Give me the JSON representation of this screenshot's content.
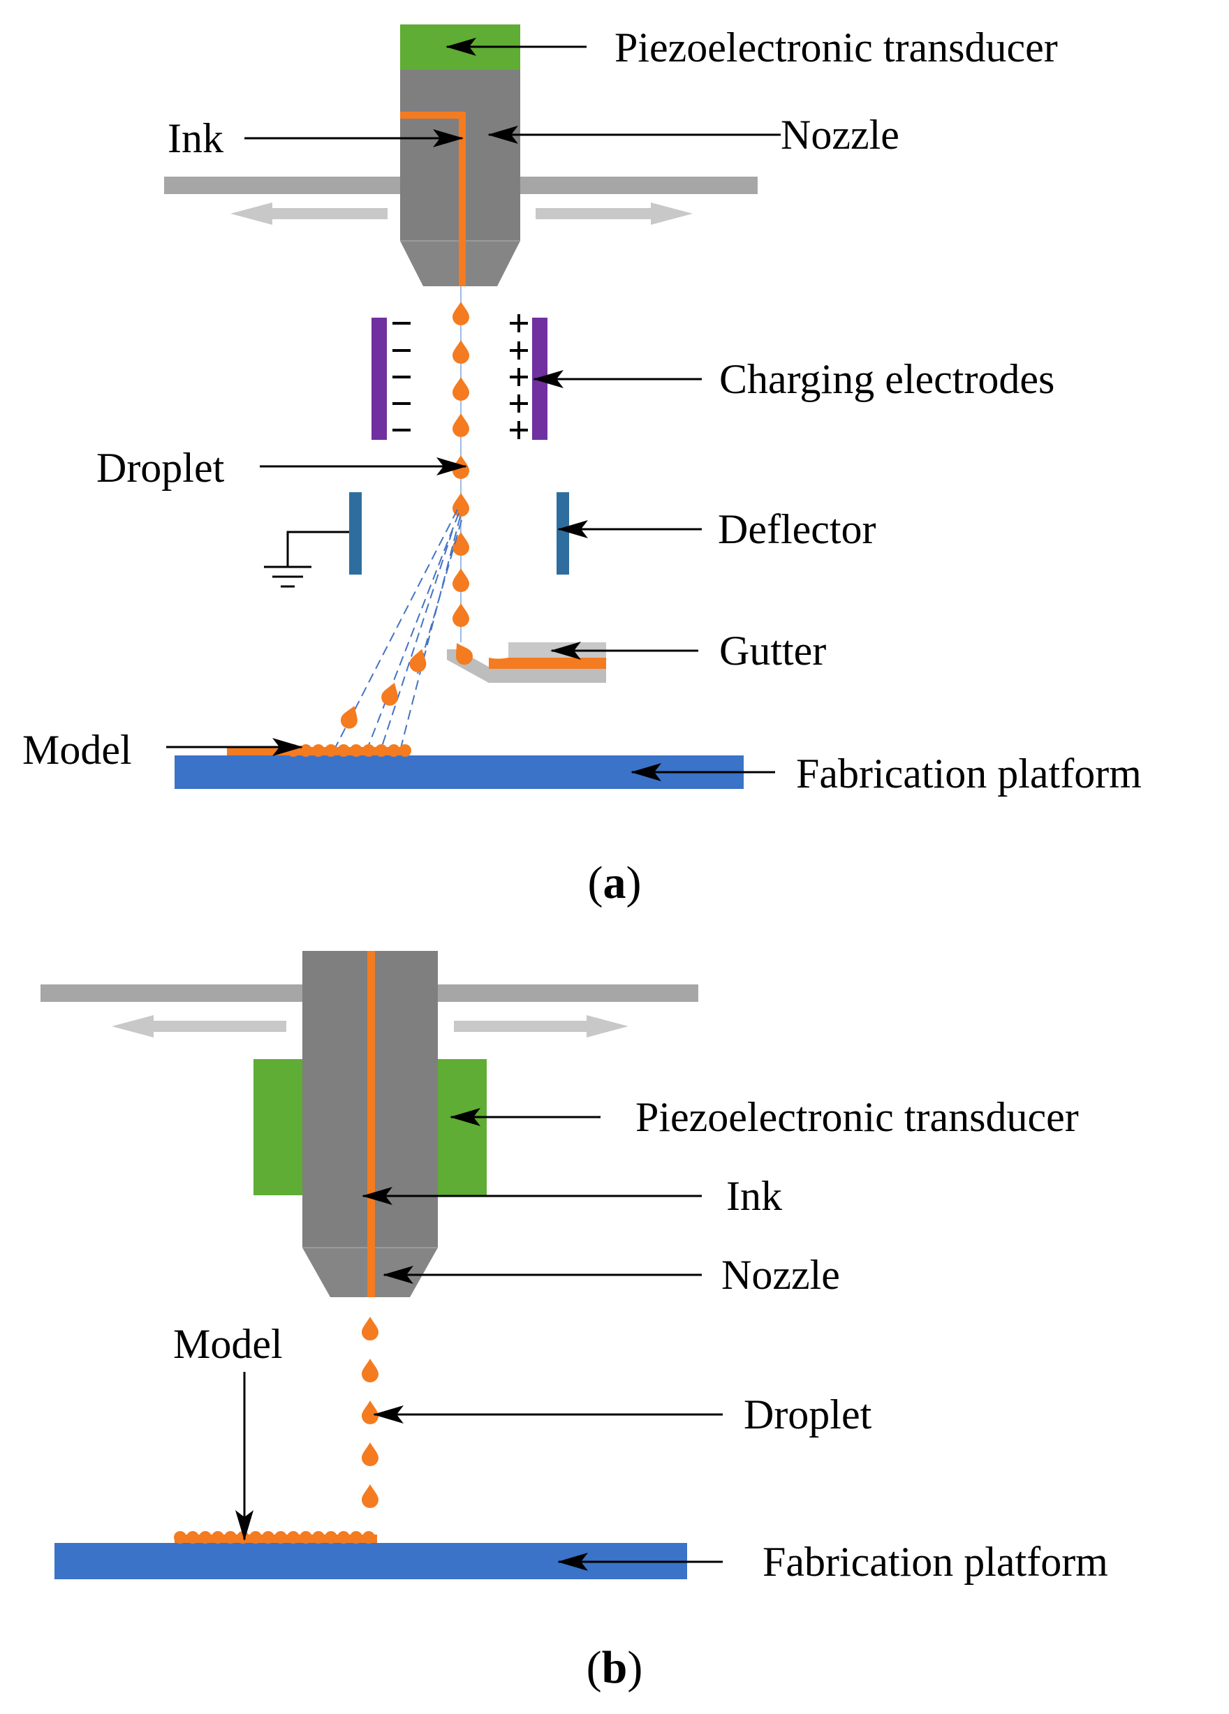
{
  "panel_a": {
    "caption_letter": "a",
    "labels": {
      "transducer": "Piezoelectronic transducer",
      "ink": "Ink",
      "nozzle": "Nozzle",
      "electrodes": "Charging electrodes",
      "droplet": "Droplet",
      "deflector": "Deflector",
      "gutter": "Gutter",
      "model": "Model",
      "platform": "Fabrication platform"
    },
    "signs": {
      "negative": "−",
      "positive": "+"
    }
  },
  "panel_b": {
    "caption_letter": "b",
    "labels": {
      "transducer": "Piezoelectronic transducer",
      "ink": "Ink",
      "nozzle": "Nozzle",
      "model": "Model",
      "droplet": "Droplet",
      "platform": "Fabrication platform"
    }
  },
  "colors": {
    "transducer": "#5fad34",
    "nozzle": "#7f7f7f",
    "ink": "#f47b20",
    "rail": "#a6a6a6",
    "electrode": "#7030a0",
    "deflector": "#2e6e9e",
    "platform": "#3a73c8",
    "trajectory": "#4472c4"
  }
}
